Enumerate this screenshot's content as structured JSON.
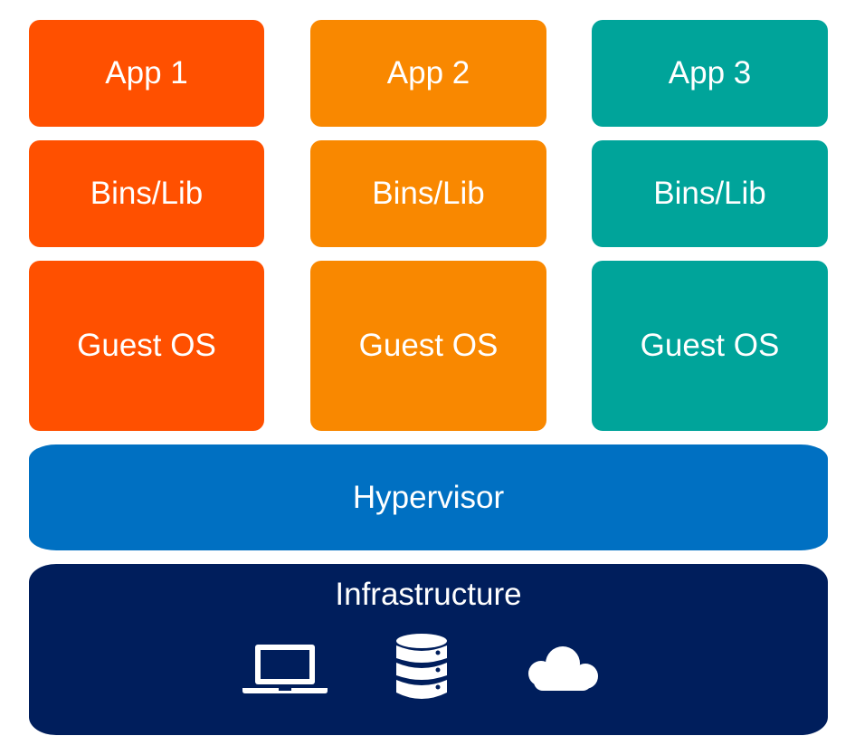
{
  "colors": {
    "column1": "#ff5000",
    "column2": "#f98800",
    "column3": "#00a49a",
    "hypervisor": "#0070c2",
    "infrastructure": "#001e5c"
  },
  "columns": [
    {
      "app": "App 1",
      "libs": "Bins/Lib",
      "os": "Guest OS"
    },
    {
      "app": "App 2",
      "libs": "Bins/Lib",
      "os": "Guest OS"
    },
    {
      "app": "App 3",
      "libs": "Bins/Lib",
      "os": "Guest OS"
    }
  ],
  "hypervisor": {
    "label": "Hypervisor"
  },
  "infrastructure": {
    "label": "Infrastructure",
    "icons": [
      "laptop-icon",
      "database-icon",
      "cloud-icon"
    ]
  }
}
